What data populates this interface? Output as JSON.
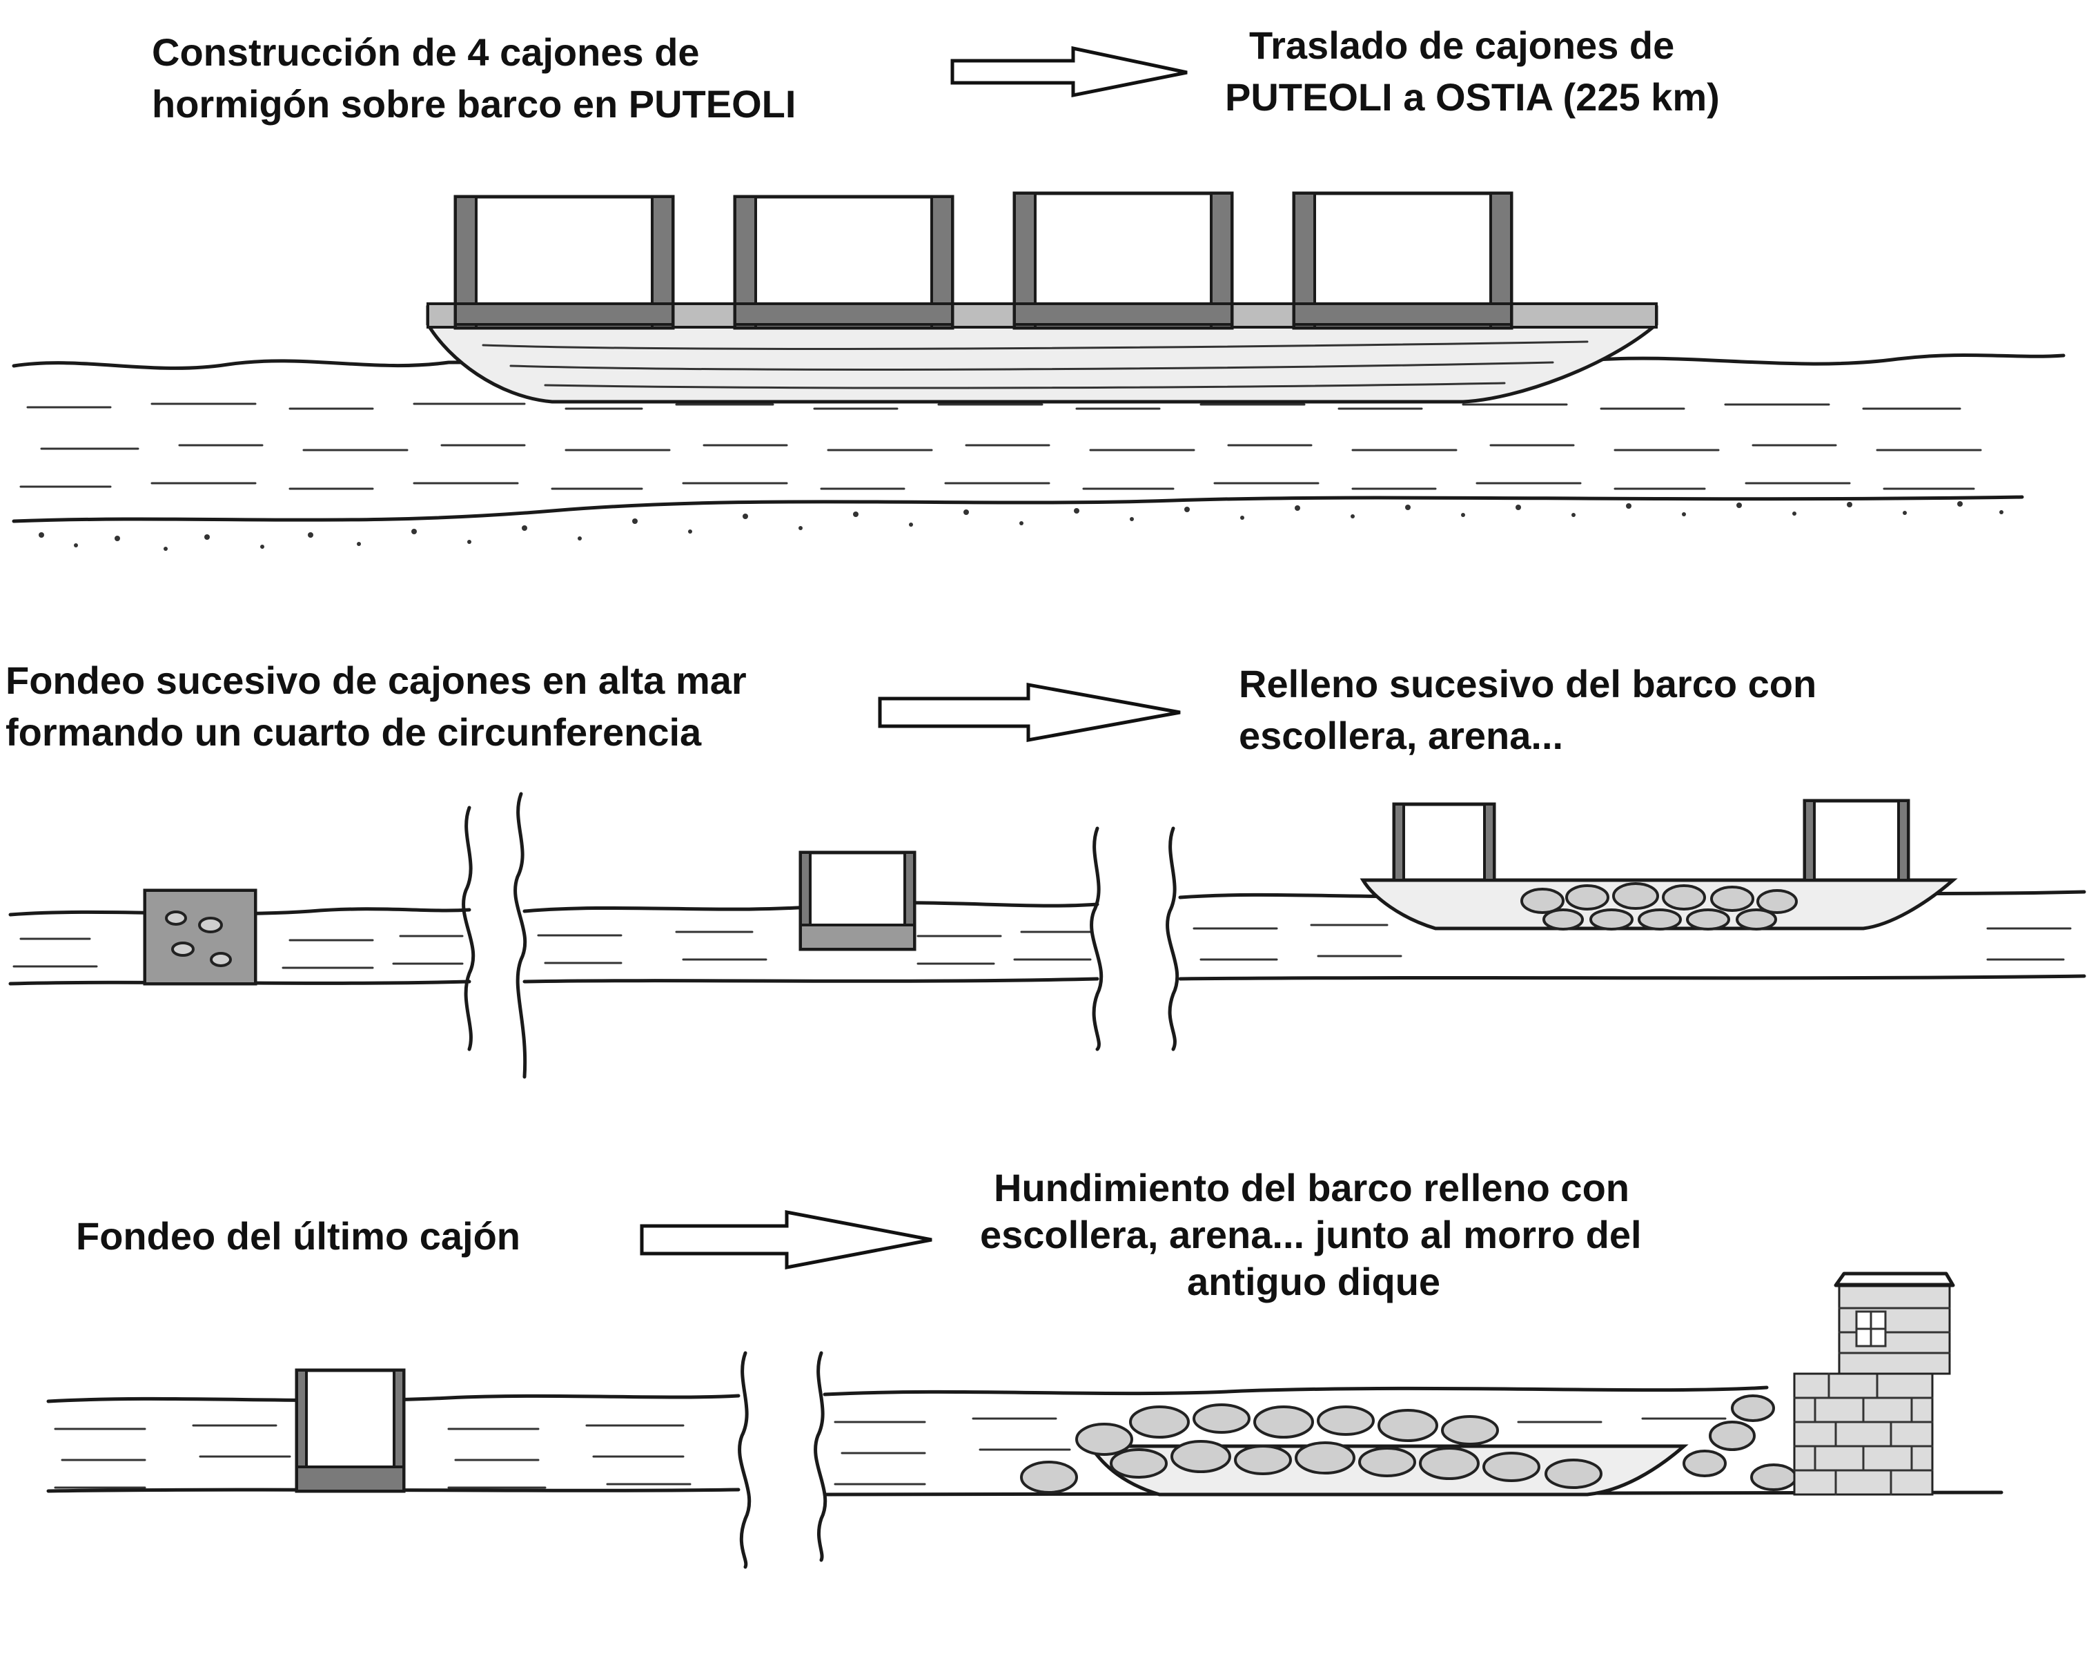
{
  "labels": {
    "construccion_1": "Construcción de 4 cajones de",
    "construccion_2": "hormigón sobre barco en PUTEOLI",
    "traslado_1": "Traslado de cajones de",
    "traslado_2": "PUTEOLI a OSTIA (225 km)",
    "fondeo_sucesivo_1": "Fondeo sucesivo de cajones en alta mar",
    "fondeo_sucesivo_2": "formando un cuarto de circunferencia",
    "relleno_1": "Relleno sucesivo del barco con",
    "relleno_2": "escollera, arena...",
    "fondeo_ultimo": "Fondeo del último cajón",
    "hundimiento_1": "Hundimiento del barco relleno con",
    "hundimiento_2": "escollera, arena... junto al morro del",
    "hundimiento_3": "antiguo dique"
  },
  "colors": {
    "ink": "#1a1a1a",
    "background": "#ffffff",
    "concrete_wall": "#7a7a7a",
    "fill_rock": "#cfcfcf"
  }
}
